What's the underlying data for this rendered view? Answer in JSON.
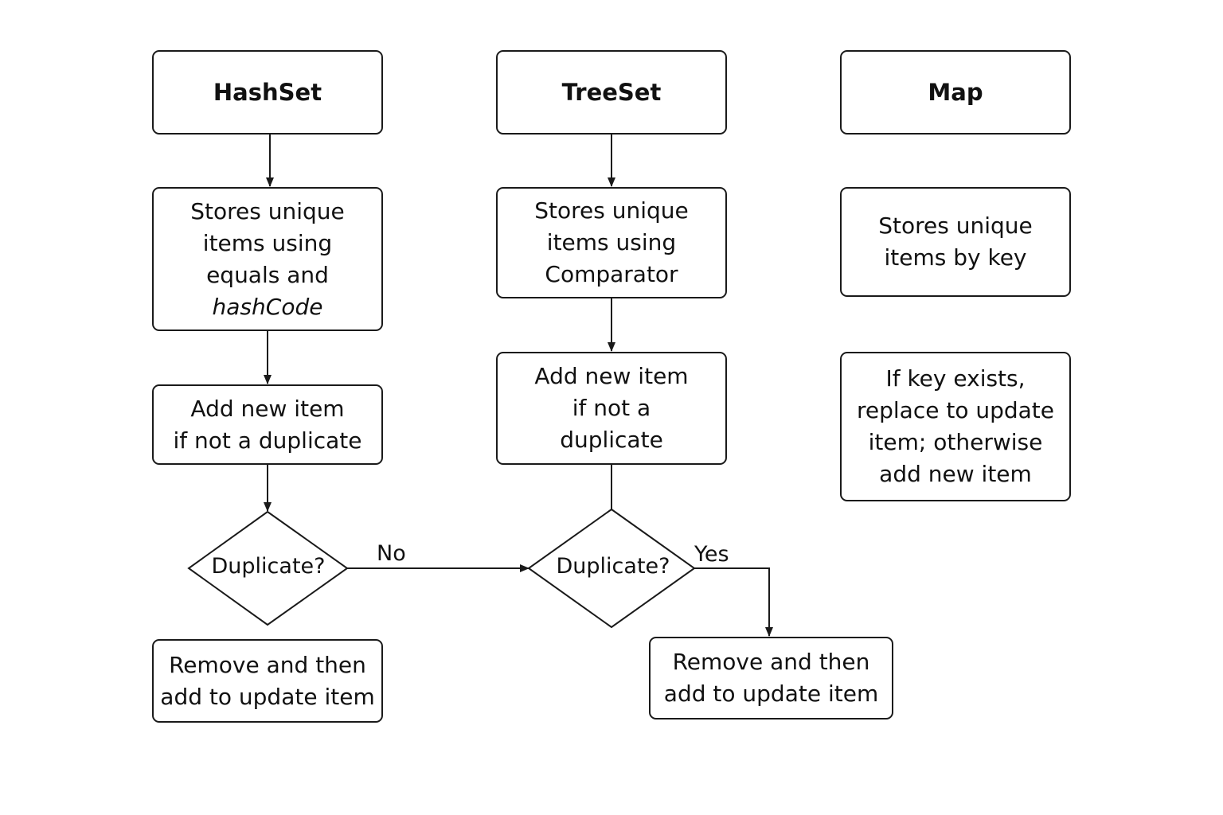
{
  "columns": {
    "hashset": {
      "title": "HashSet",
      "stores_text": "Stores unique\n items using\nequals and",
      "stores_text_italic": "hashCode",
      "add_text": "Add new item\n if not a duplicate",
      "decision": "Duplicate?",
      "result_text": "Remove and then\n add to update item"
    },
    "treeset": {
      "title": "TreeSet",
      "stores_text": "Stores unique\n items using\n Comparator",
      "add_text": "Add new item\n if not a\n duplicate",
      "decision": "Duplicate?",
      "result_text": "Remove and then\n add to update item"
    },
    "map": {
      "title": "Map",
      "stores_text": "Stores unique\n items by key",
      "update_text": "If key exists,\n replace to update\n item; otherwise\n add new item"
    }
  },
  "edge_labels": {
    "no": "No",
    "yes": "Yes"
  },
  "colors": {
    "stroke": "#1a1a1a",
    "background": "#ffffff",
    "text": "#111111"
  }
}
